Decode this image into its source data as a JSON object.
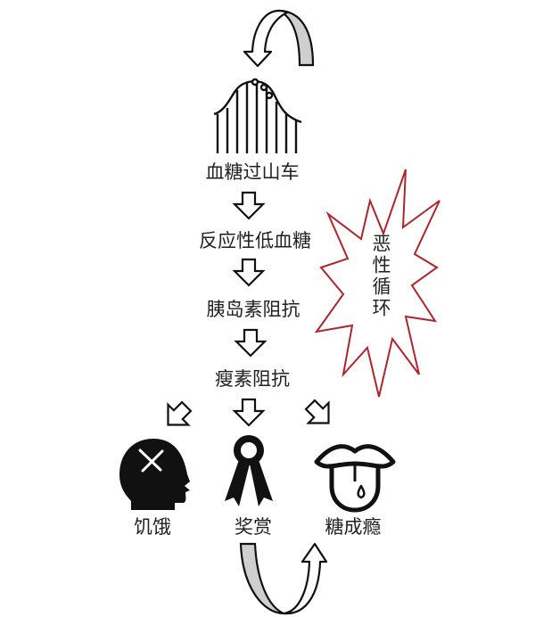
{
  "title": "恶性循环",
  "steps": [
    "血糖过山车",
    "反应性低血糖",
    "胰岛素阻抗",
    "瘦素阻抗"
  ],
  "outcomes": {
    "hunger": "饥饿",
    "reward": "奖赏",
    "addiction": "糖成瘾"
  },
  "colors": {
    "burst": "#b0242c",
    "band": "#cfcfcf",
    "ink": "#111111"
  }
}
